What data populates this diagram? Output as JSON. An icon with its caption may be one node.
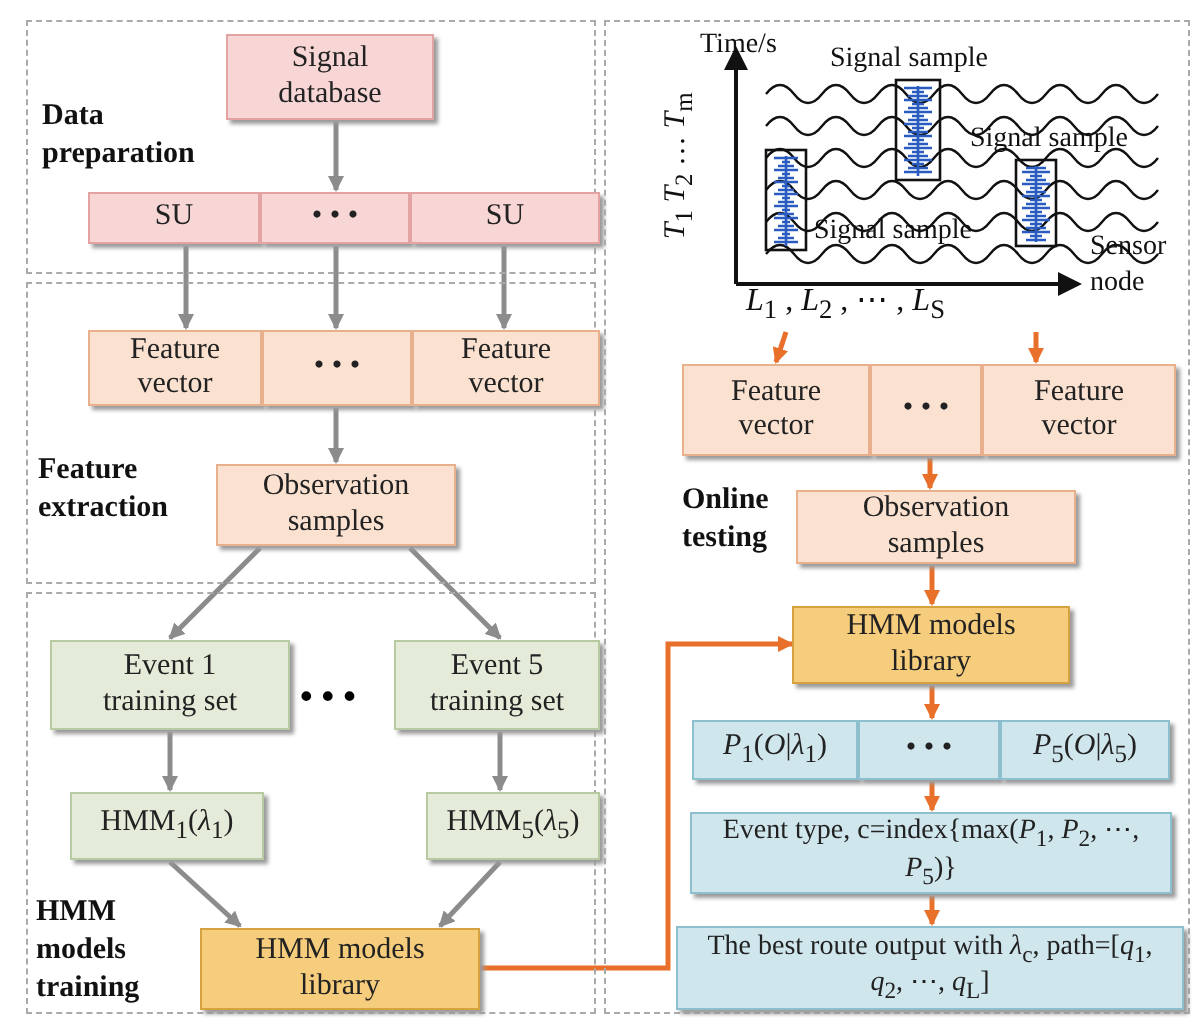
{
  "diagram": {
    "nodes": [
      {
        "text": [
          "Data preparation"
        ]
      },
      {
        "text": [
          "Signal database"
        ],
        "in": 0
      },
      {
        "text": [
          "SU"
        ],
        "in": 0
      },
      {
        "text": [
          "• • •"
        ],
        "in": 0
      },
      {
        "text": [
          "SU"
        ],
        "in": 0
      },
      {
        "text": [
          "Feature extraction"
        ]
      },
      {
        "text": [
          "Feature vector"
        ],
        "in": 5
      },
      {
        "text": [
          "• • •"
        ],
        "in": 5
      },
      {
        "text": [
          "Feature vector"
        ],
        "in": 5
      },
      {
        "text": [
          "Observation samples"
        ],
        "in": 5
      },
      {
        "text": [
          "HMM models training"
        ]
      },
      {
        "text": [
          "Event 1 training set"
        ],
        "in": 10
      },
      {
        "text": [
          "Event 5 training set"
        ],
        "in": 10
      },
      {
        "text": [
          "HMM$_{1}$(*λ*$_{1}$)"
        ],
        "in": 10
      },
      {
        "text": [
          "HMM$_{5}$(*λ*$_{5}$)"
        ],
        "in": 10
      },
      {
        "text": [
          "HMM models library"
        ],
        "in": 10
      },
      {
        "text": [
          "Online testing"
        ]
      },
      {
        "text": [
          "Time/s",
          "Signal sample",
          "Signal sample",
          "Signal sample",
          "Sensor node",
          "*T*$_{1}$ *T*$_{2}$ … *T*$_{m}$",
          "*L*$_{1}$ , *L*$_{2}$ , ⋯ , *L*$_{S}$"
        ],
        "in": 16
      },
      {
        "text": [
          "Feature vector"
        ],
        "in": 16
      },
      {
        "text": [
          "• • •"
        ],
        "in": 16
      },
      {
        "text": [
          "Feature vector"
        ],
        "in": 16
      },
      {
        "text": [
          "Observation samples"
        ],
        "in": 16
      },
      {
        "text": [
          "HMM models library"
        ],
        "in": 16
      },
      {
        "text": [
          "*P*$_{1}$(*O*|*λ*$_{1}$)"
        ],
        "in": 16
      },
      {
        "text": [
          "• • •"
        ],
        "in": 16
      },
      {
        "text": [
          "*P*$_{5}$(*O*|*λ*$_{5}$)"
        ],
        "in": 16
      },
      {
        "text": [
          "Event type, c=index{max(*P*$_{1}$, *P*$_{2}$, ⋯, *P*$_{5}$)}"
        ],
        "in": 16
      },
      {
        "text": [
          "The best route output with *λ*$_{c}$, path=[*q*$_{1}$, *q*$_{2}$, ⋯, *q*$_{L}$]"
        ],
        "in": 16
      }
    ],
    "edges": [
      {
        "from": 1,
        "to": 3,
        "arrow": "to"
      },
      {
        "from": 2,
        "to": 6,
        "arrow": "to"
      },
      {
        "from": 3,
        "to": 7,
        "arrow": "to"
      },
      {
        "from": 4,
        "to": 8,
        "arrow": "to"
      },
      {
        "from": 7,
        "to": 9,
        "arrow": "to"
      },
      {
        "from": 9,
        "to": 11,
        "arrow": "to"
      },
      {
        "from": 9,
        "to": 12,
        "arrow": "to"
      },
      {
        "from": 11,
        "to": 13,
        "arrow": "to"
      },
      {
        "from": 12,
        "to": 14,
        "arrow": "to"
      },
      {
        "from": 13,
        "to": 15,
        "arrow": "to"
      },
      {
        "from": 14,
        "to": 15,
        "arrow": "to"
      },
      {
        "from": 15,
        "to": 22,
        "arrow": "to",
        "color": "#e8702a"
      },
      {
        "from": 17,
        "to": 18,
        "arrow": "to",
        "color": "#e8702a"
      },
      {
        "from": 17,
        "to": 20,
        "arrow": "to",
        "color": "#e8702a"
      },
      {
        "from": 19,
        "to": 21,
        "arrow": "to",
        "color": "#e8702a"
      },
      {
        "from": 21,
        "to": 22,
        "arrow": "to",
        "color": "#e8702a"
      },
      {
        "from": 22,
        "to": 24,
        "arrow": "to",
        "color": "#e8702a"
      },
      {
        "from": 24,
        "to": 26,
        "arrow": "to",
        "color": "#e8702a"
      },
      {
        "from": 26,
        "to": 27,
        "arrow": "to",
        "color": "#e8702a"
      }
    ],
    "labels": [
      "• • •"
    ]
  }
}
